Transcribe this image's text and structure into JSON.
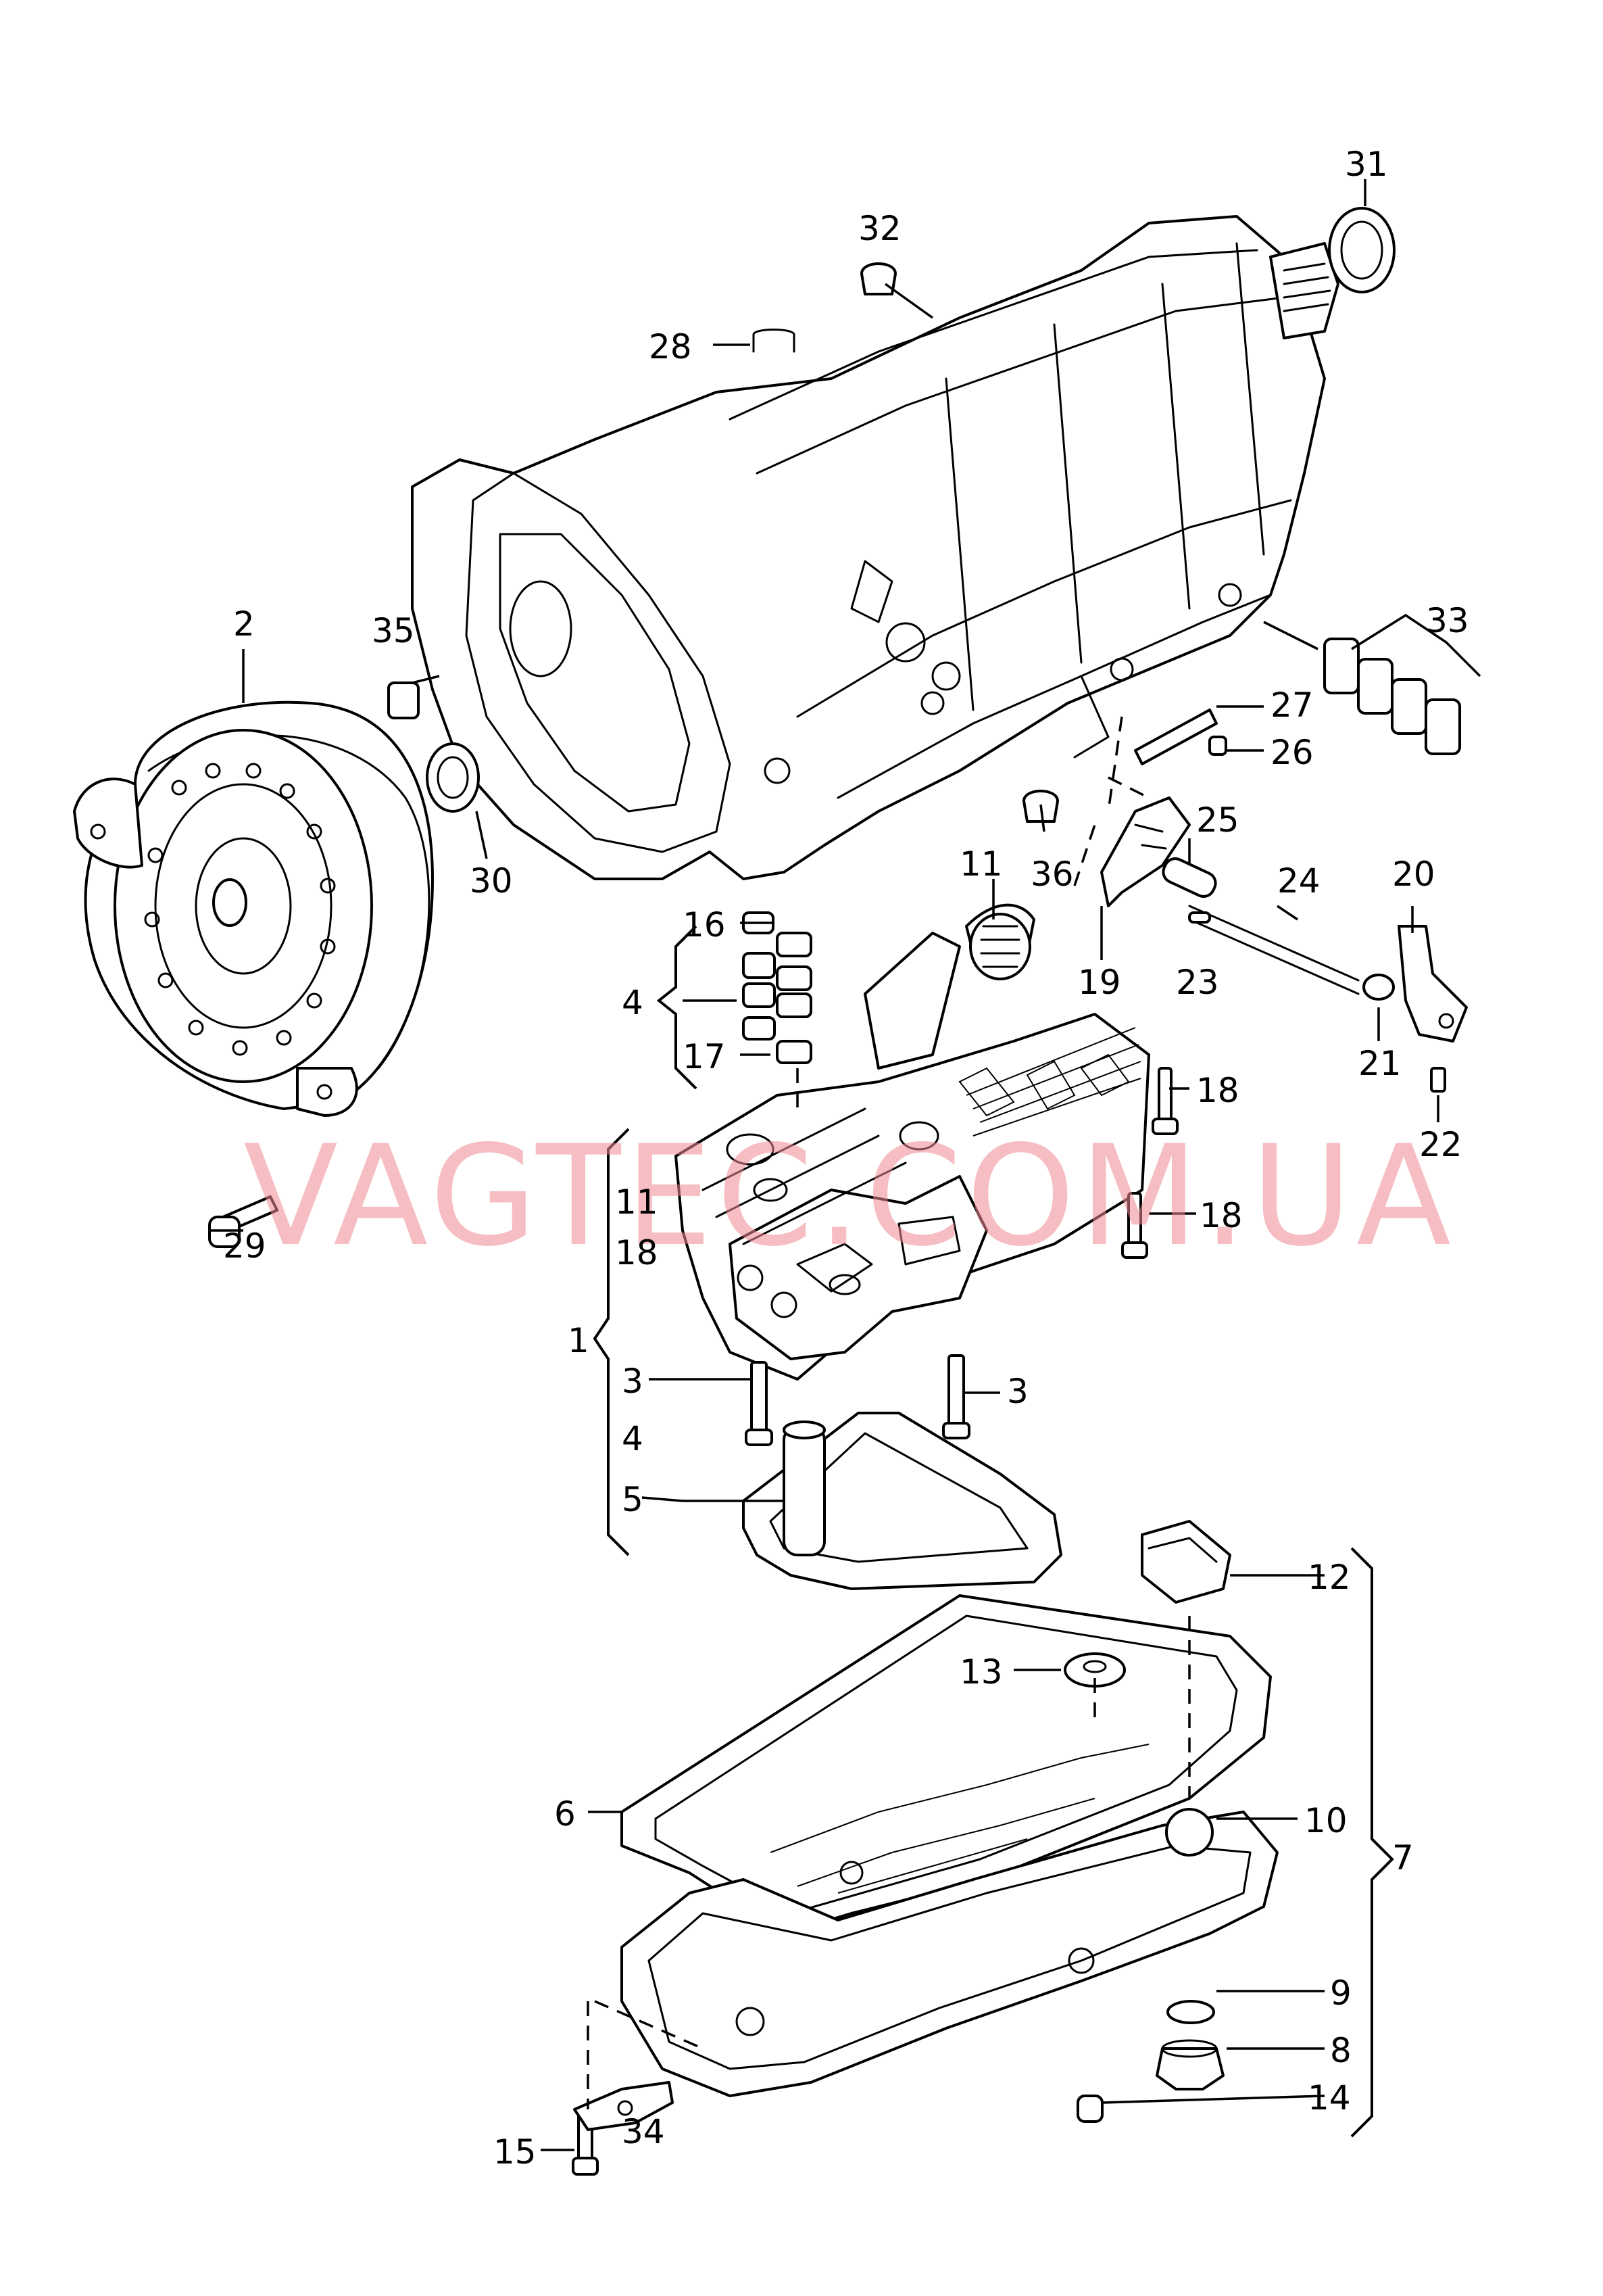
{
  "watermark": "VAGTEC.COM.UA",
  "callouts": [
    {
      "id": "c1",
      "text": "1"
    },
    {
      "id": "c2",
      "text": "2"
    },
    {
      "id": "c3a",
      "text": "3"
    },
    {
      "id": "c3b",
      "text": "3"
    },
    {
      "id": "c4a",
      "text": "4"
    },
    {
      "id": "c4b",
      "text": "4"
    },
    {
      "id": "c5",
      "text": "5"
    },
    {
      "id": "c6",
      "text": "6"
    },
    {
      "id": "c7",
      "text": "7"
    },
    {
      "id": "c8",
      "text": "8"
    },
    {
      "id": "c9",
      "text": "9"
    },
    {
      "id": "c10",
      "text": "10"
    },
    {
      "id": "c11a",
      "text": "11"
    },
    {
      "id": "c11b",
      "text": "11"
    },
    {
      "id": "c12",
      "text": "12"
    },
    {
      "id": "c13",
      "text": "13"
    },
    {
      "id": "c14",
      "text": "14"
    },
    {
      "id": "c15",
      "text": "15"
    },
    {
      "id": "c16",
      "text": "16"
    },
    {
      "id": "c17",
      "text": "17"
    },
    {
      "id": "c18a",
      "text": "18"
    },
    {
      "id": "c18b",
      "text": "18"
    },
    {
      "id": "c18c",
      "text": "18"
    },
    {
      "id": "c19",
      "text": "19"
    },
    {
      "id": "c20",
      "text": "20"
    },
    {
      "id": "c21",
      "text": "21"
    },
    {
      "id": "c22",
      "text": "22"
    },
    {
      "id": "c23",
      "text": "23"
    },
    {
      "id": "c24",
      "text": "24"
    },
    {
      "id": "c25",
      "text": "25"
    },
    {
      "id": "c26",
      "text": "26"
    },
    {
      "id": "c27",
      "text": "27"
    },
    {
      "id": "c28",
      "text": "28"
    },
    {
      "id": "c29",
      "text": "29"
    },
    {
      "id": "c30",
      "text": "30"
    },
    {
      "id": "c31",
      "text": "31"
    },
    {
      "id": "c32",
      "text": "32"
    },
    {
      "id": "c33",
      "text": "33"
    },
    {
      "id": "c34",
      "text": "34"
    },
    {
      "id": "c35",
      "text": "35"
    },
    {
      "id": "c36",
      "text": "36"
    }
  ]
}
